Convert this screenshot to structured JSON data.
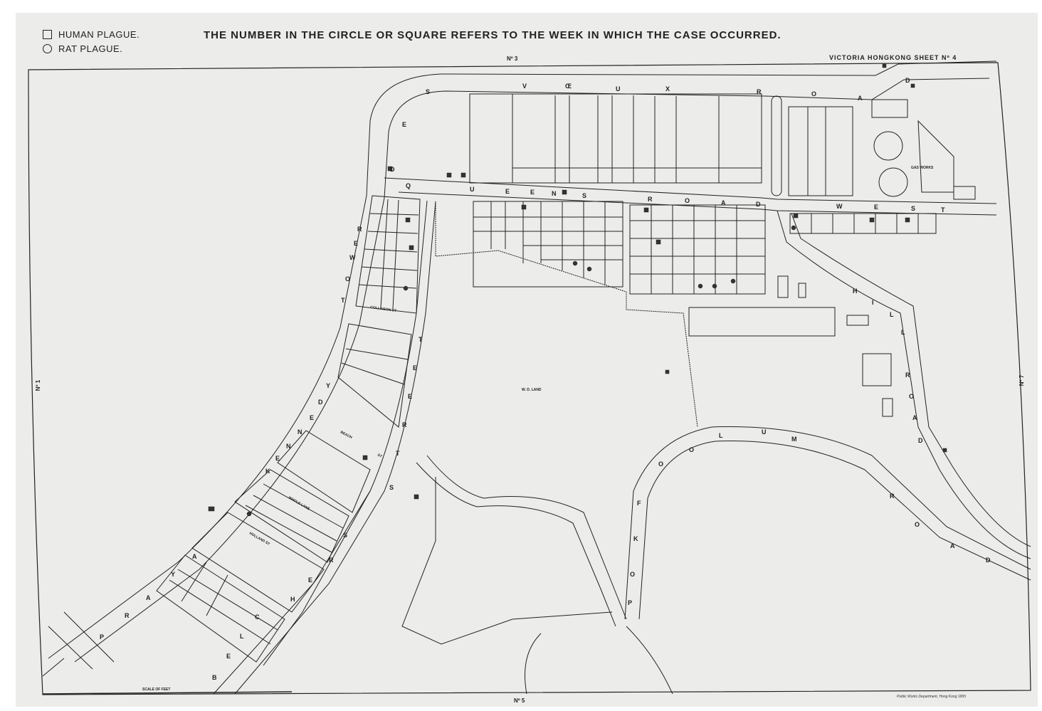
{
  "legend": {
    "human": "HUMAN PLAGUE.",
    "rat": "RAT PLAGUE."
  },
  "title": "THE NUMBER IN THE CIRCLE OR SQUARE REFERS TO THE WEEK IN WHICH THE CASE OCCURRED.",
  "sheet_label": "VICTORIA HONGKONG  SHEET  Nº 4",
  "adjacent": {
    "top": "Nº 3",
    "left": "Nº 1",
    "right": "Nº 7",
    "bottom": "Nº 5"
  },
  "roads": {
    "des_voeux": [
      "D",
      "E",
      "S",
      "V",
      "Œ",
      "U",
      "X",
      "R",
      "O",
      "A",
      "D"
    ],
    "queens": [
      "Q",
      "U",
      "E",
      "E",
      "N",
      "S",
      "R",
      "O",
      "A",
      "D"
    ],
    "west": [
      "W",
      "E",
      "S",
      "T"
    ],
    "tower_st": [
      "T",
      "O",
      "W",
      "E",
      "R"
    ],
    "street": [
      "S",
      "T",
      "R",
      "E",
      "E",
      "T"
    ],
    "kennedy": [
      "K",
      "E",
      "N",
      "N",
      "E",
      "D",
      "Y"
    ],
    "praya": [
      "P",
      "R",
      "A",
      "Y",
      "A"
    ],
    "belcher": [
      "B",
      "E",
      "L",
      "C",
      "H",
      "E",
      "R",
      "S"
    ],
    "pokfoolum": [
      "P",
      "O",
      "K",
      "F",
      "O",
      "O",
      "L",
      "U",
      "M"
    ],
    "pokfoolum_road": [
      "R",
      "O",
      "A",
      "D"
    ],
    "hill": [
      "H",
      "I",
      "L",
      "L"
    ],
    "hill_road": [
      "R",
      "O",
      "A",
      "D"
    ]
  },
  "labels": {
    "collinson": "COLLINSON ST",
    "beach": "BEACH",
    "beach_st": "ST",
    "holland": "HOLLAND ST",
    "whole_lane": "WHOLE LANE",
    "wd_land": "W. D. LAND",
    "gas_works": "GAS WORKS",
    "scale": "SCALE OF FEET",
    "footer": "Public Works Department, Hong Kong 1895"
  },
  "colors": {
    "paper": "#ececea",
    "ink": "#222222"
  }
}
